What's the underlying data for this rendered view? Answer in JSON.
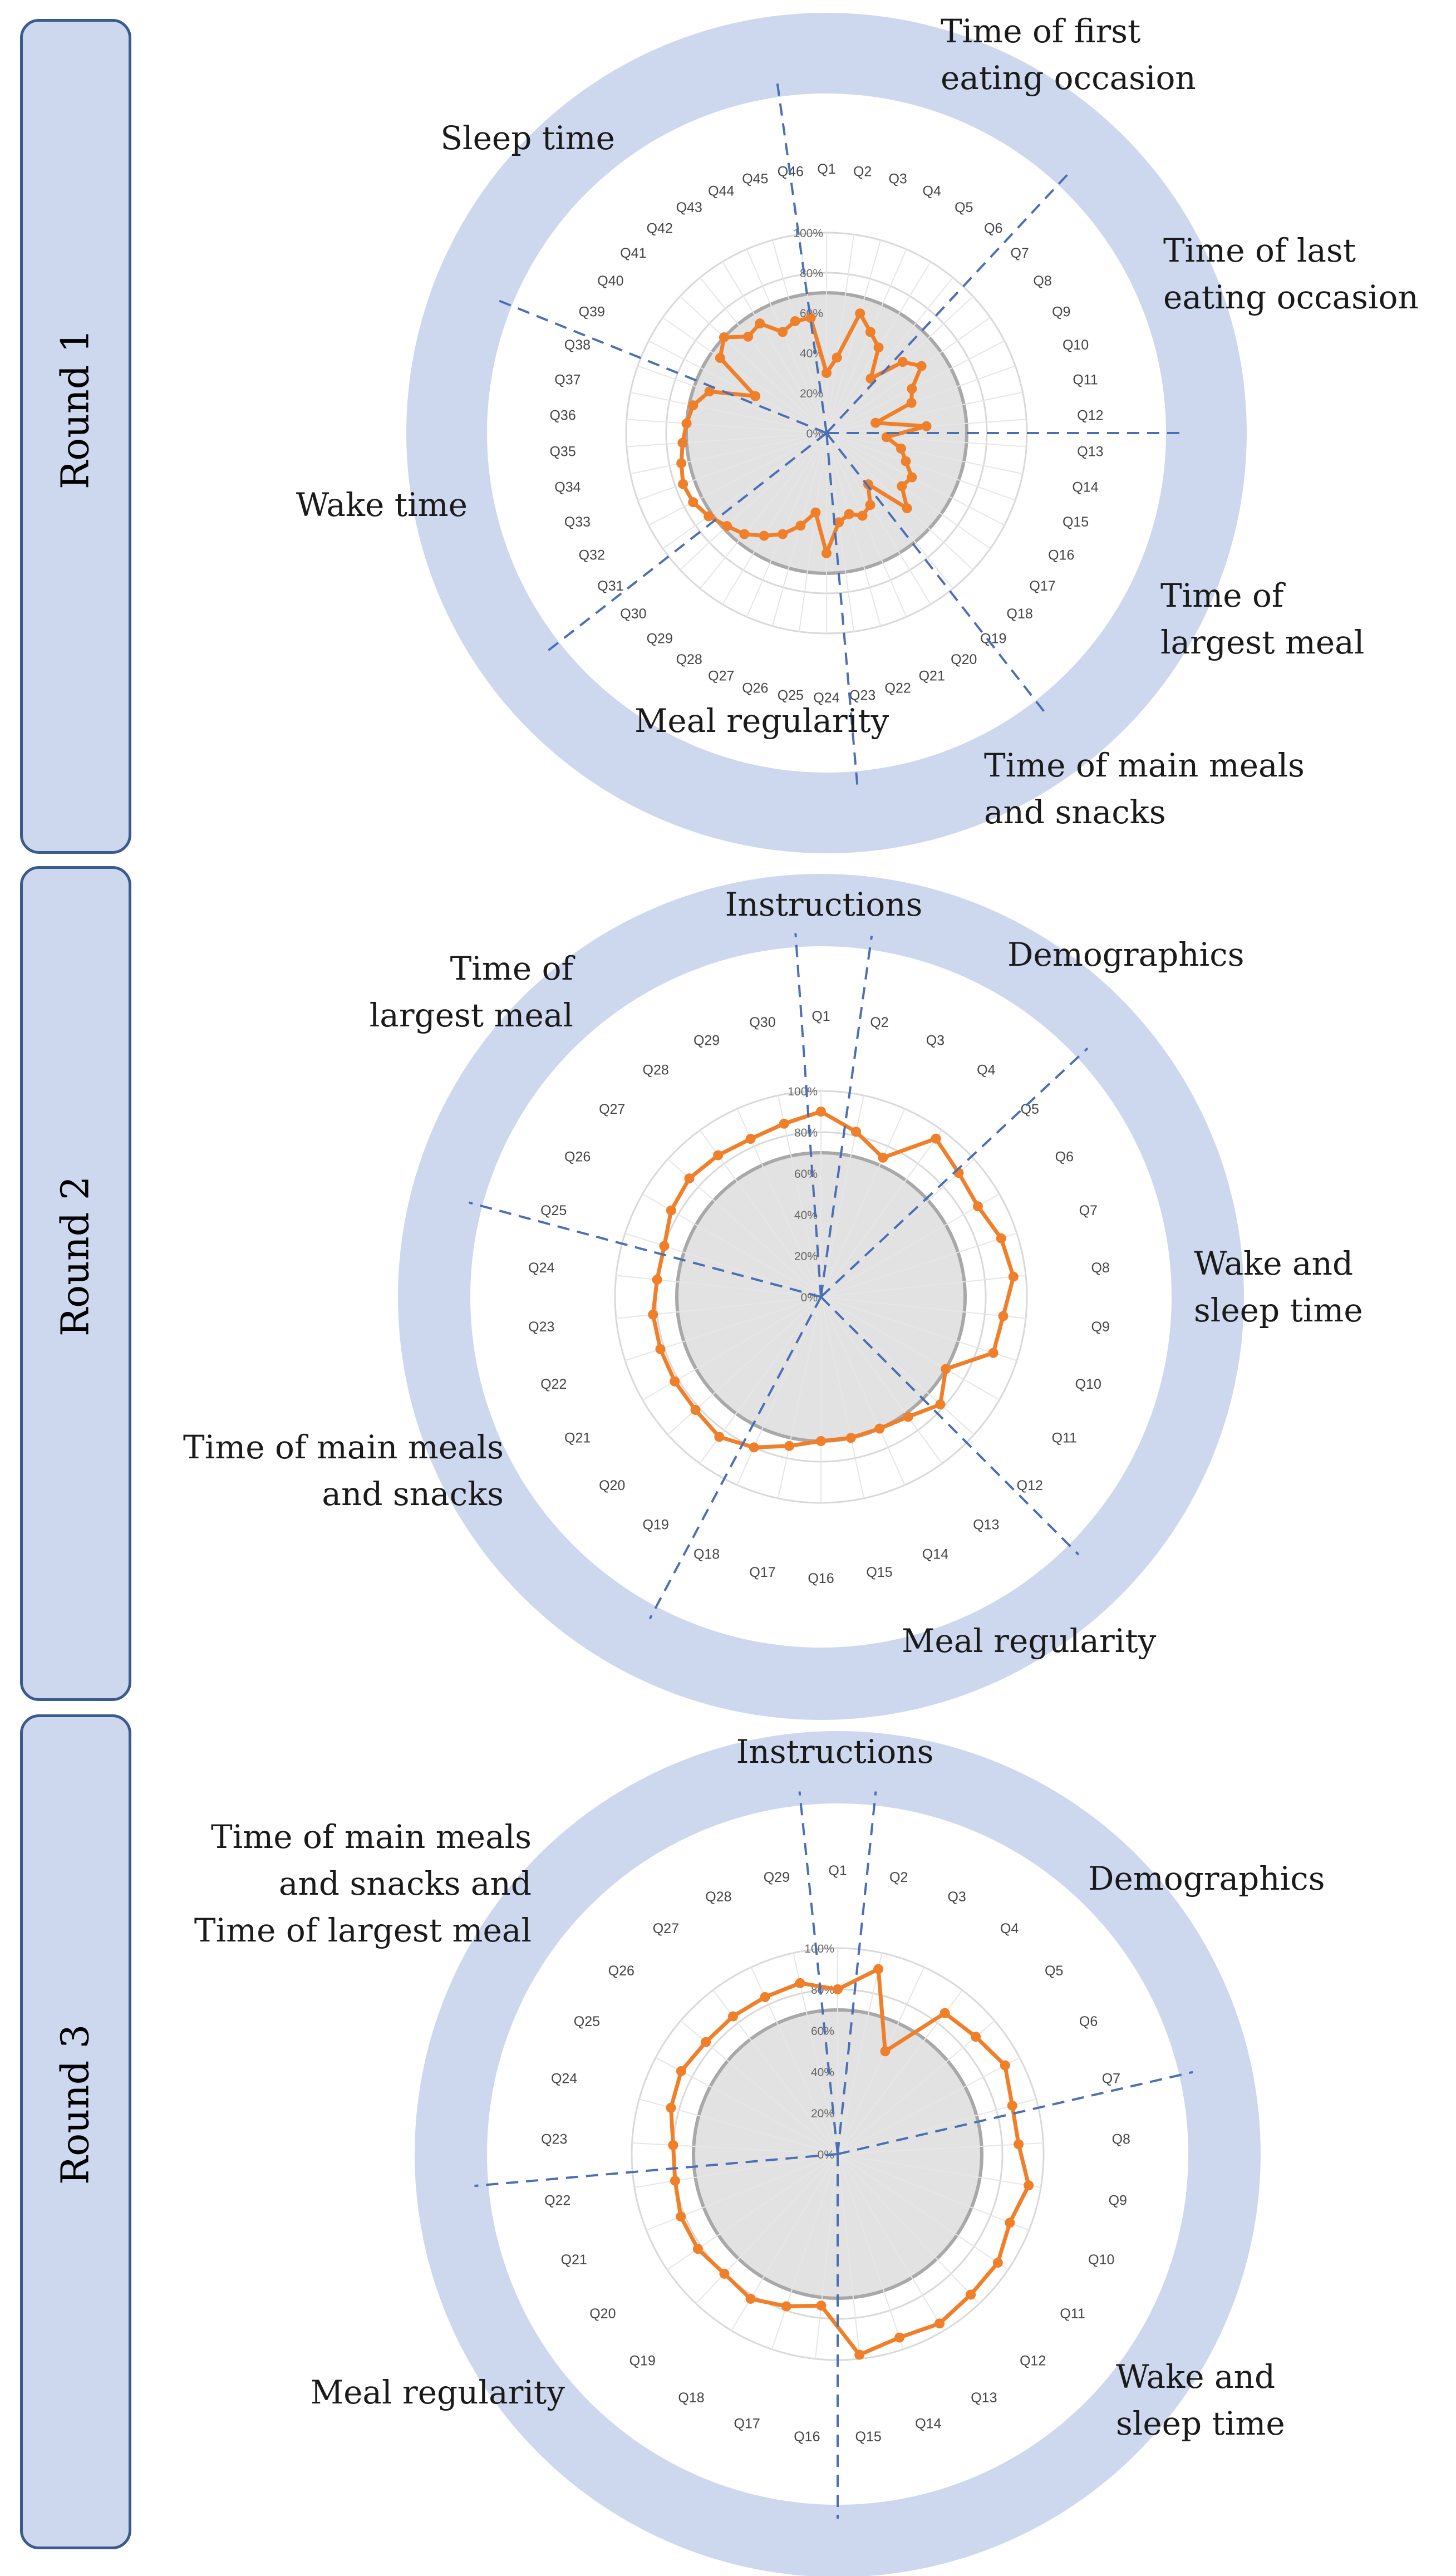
{
  "rounds": [
    {
      "label": "Round 1",
      "chart_data": {
        "type": "radar",
        "categories": [
          "Q1",
          "Q2",
          "Q3",
          "Q4",
          "Q5",
          "Q6",
          "Q7",
          "Q8",
          "Q9",
          "Q10",
          "Q11",
          "Q12",
          "Q13",
          "Q14",
          "Q15",
          "Q16",
          "Q17",
          "Q18",
          "Q19",
          "Q20",
          "Q21",
          "Q22",
          "Q23",
          "Q24",
          "Q25",
          "Q26",
          "Q27",
          "Q28",
          "Q29",
          "Q30",
          "Q31",
          "Q32",
          "Q33",
          "Q34",
          "Q35",
          "Q36",
          "Q37",
          "Q38",
          "Q39",
          "Q40",
          "Q41",
          "Q42",
          "Q43",
          "Q44",
          "Q45",
          "Q46"
        ],
        "values": [
          30,
          38,
          62,
          55,
          50,
          35,
          52,
          58,
          48,
          45,
          25,
          50,
          30,
          38,
          42,
          48,
          46,
          55,
          33,
          42,
          45,
          42,
          45,
          60,
          40,
          48,
          55,
          60,
          65,
          68,
          72,
          75,
          76,
          74,
          72,
          70,
          68,
          62,
          40,
          65,
          70,
          62,
          64,
          55,
          58,
          58
        ],
        "radial_ticks": [
          "0%",
          "20%",
          "40%",
          "60%",
          "80%",
          "100%"
        ],
        "rlim": [
          0,
          100
        ],
        "threshold": 70,
        "sections": [
          {
            "text": [
              "Time of first",
              "eating occasion"
            ]
          },
          {
            "text": [
              "Time of last",
              "eating occasion"
            ]
          },
          {
            "text": [
              "Time of",
              "largest meal"
            ]
          },
          {
            "text": [
              "Time of main meals",
              "and snacks"
            ]
          },
          {
            "text": [
              "Meal regularity"
            ]
          },
          {
            "text": [
              "Wake time"
            ]
          },
          {
            "text": [
              "Sleep time"
            ]
          }
        ],
        "colors": {
          "series": "#f07f2a",
          "threshold_fill": "#e2e2e2",
          "band": "#cdd8ef",
          "divider": "#4a6fb5"
        }
      }
    },
    {
      "label": "Round 2",
      "chart_data": {
        "type": "radar",
        "categories": [
          "Q1",
          "Q2",
          "Q3",
          "Q4",
          "Q5",
          "Q6",
          "Q7",
          "Q8",
          "Q9",
          "Q10",
          "Q11",
          "Q12",
          "Q13",
          "Q14",
          "Q15",
          "Q16",
          "Q17",
          "Q18",
          "Q19",
          "Q20",
          "Q21",
          "Q22",
          "Q23",
          "Q24",
          "Q25",
          "Q26",
          "Q27",
          "Q28",
          "Q29",
          "Q30"
        ],
        "values": [
          90,
          82,
          74,
          95,
          90,
          88,
          92,
          94,
          89,
          88,
          70,
          78,
          72,
          70,
          70,
          70,
          74,
          80,
          84,
          82,
          82,
          82,
          82,
          80,
          80,
          84,
          86,
          85,
          84,
          86
        ],
        "radial_ticks": [
          "0%",
          "20%",
          "40%",
          "60%",
          "80%",
          "100%"
        ],
        "rlim": [
          0,
          100
        ],
        "threshold": 70,
        "sections": [
          {
            "text": [
              "Instructions"
            ]
          },
          {
            "text": [
              "Demographics"
            ]
          },
          {
            "text": [
              "Wake and",
              "sleep time"
            ]
          },
          {
            "text": [
              "Meal regularity"
            ]
          },
          {
            "text": [
              "Time of main meals",
              "and snacks"
            ]
          },
          {
            "text": [
              "Time of",
              "largest meal"
            ]
          }
        ],
        "colors": {
          "series": "#f07f2a",
          "threshold_fill": "#e2e2e2",
          "band": "#cdd8ef",
          "divider": "#4a6fb5"
        }
      }
    },
    {
      "label": "Round 3",
      "chart_data": {
        "type": "radar",
        "categories": [
          "Q1",
          "Q2",
          "Q3",
          "Q4",
          "Q5",
          "Q6",
          "Q7",
          "Q8",
          "Q9",
          "Q10",
          "Q11",
          "Q12",
          "Q13",
          "Q14",
          "Q15",
          "Q16",
          "Q17",
          "Q18",
          "Q19",
          "Q20",
          "Q21",
          "Q22",
          "Q23",
          "Q24",
          "Q25",
          "Q26",
          "Q27",
          "Q28",
          "Q29"
        ],
        "values": [
          80,
          92,
          55,
          86,
          88,
          92,
          88,
          88,
          94,
          90,
          94,
          94,
          96,
          94,
          98,
          74,
          78,
          82,
          80,
          82,
          82,
          80,
          80,
          84,
          86,
          84,
          84,
          84,
          85
        ],
        "radial_ticks": [
          "0%",
          "20%",
          "40%",
          "60%",
          "80%",
          "100%"
        ],
        "rlim": [
          0,
          100
        ],
        "threshold": 70,
        "sections": [
          {
            "text": [
              "Instructions"
            ]
          },
          {
            "text": [
              "Demographics"
            ]
          },
          {
            "text": [
              "Wake and",
              "sleep time"
            ]
          },
          {
            "text": [
              "Meal regularity"
            ]
          },
          {
            "text": [
              "Time of main meals",
              "and snacks and",
              "Time of largest meal"
            ]
          }
        ],
        "colors": {
          "series": "#f07f2a",
          "threshold_fill": "#e2e2e2",
          "band": "#cdd8ef",
          "divider": "#4a6fb5"
        }
      }
    }
  ]
}
